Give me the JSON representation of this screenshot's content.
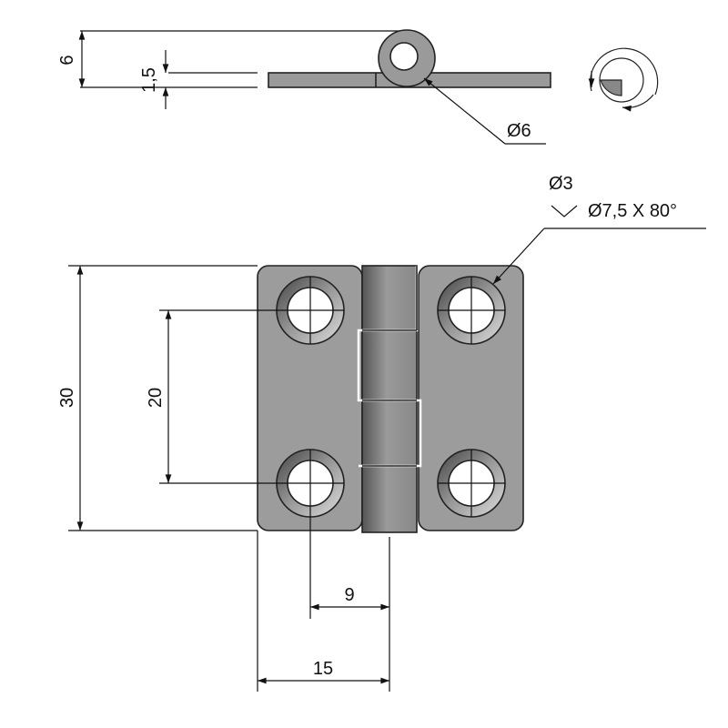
{
  "drawing": {
    "side_view": {
      "dim_total_height": "6",
      "dim_leaf_thickness": "1,5",
      "dim_pin_diameter": "Ø6"
    },
    "front_view": {
      "dim_height": "30",
      "dim_hole_spacing": "20",
      "dim_hole_to_axis": "9",
      "dim_leaf_width": "15",
      "hole_callout_line1": "Ø3",
      "hole_callout_line2": "Ø7,5 X 80°"
    },
    "colors": {
      "metal": "#9a9a9a",
      "line": "#111111"
    }
  }
}
